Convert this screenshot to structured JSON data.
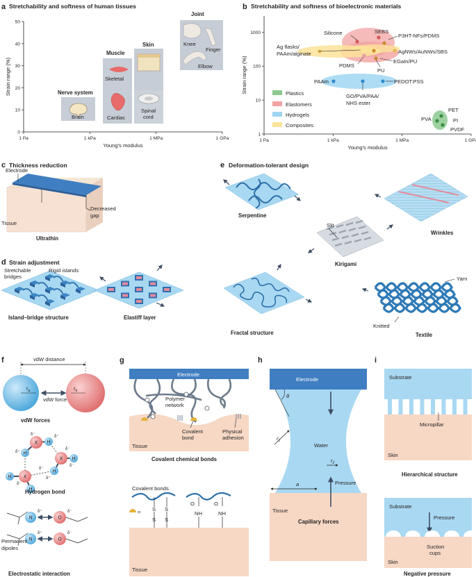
{
  "panels": {
    "a": {
      "letter": "a",
      "title": "Stretchability and softness of human tissues"
    },
    "b": {
      "letter": "b",
      "title": "Stretchability and softness of bioelectronic materials"
    },
    "c": {
      "letter": "c",
      "title": "Thickness reduction"
    },
    "d": {
      "letter": "d",
      "title": "Strain adjustment"
    },
    "e": {
      "letter": "e",
      "title": "Deformation-tolerant design"
    },
    "f": {
      "letter": "f"
    },
    "g": {
      "letter": "g"
    },
    "h": {
      "letter": "h"
    },
    "i": {
      "letter": "i"
    }
  },
  "chart_data": [
    {
      "type": "scatter",
      "panel": "a",
      "title": "Stretchability and softness of human tissues",
      "xlabel": "Young's modulus",
      "ylabel": "Strain range (%)",
      "x_scale": "log",
      "xlim": [
        "1 Pa",
        "1 GPa"
      ],
      "xticks": [
        "1 Pa",
        "1 kPa",
        "1 MPa",
        "1 GPa"
      ],
      "ylim": [
        0,
        50
      ],
      "yticks": [
        "0",
        "10",
        "20",
        "30",
        "40",
        "50"
      ],
      "groups": [
        {
          "name": "Nerve system",
          "items": [
            "Brain"
          ]
        },
        {
          "name": "Muscle",
          "items": [
            "Skeletal",
            "Cardiac"
          ]
        },
        {
          "name": "Skin",
          "items": [
            "Spinal cord"
          ]
        },
        {
          "name": "Joint",
          "items": [
            "Knee",
            "Finger",
            "Elbow"
          ]
        }
      ]
    },
    {
      "type": "scatter",
      "panel": "b",
      "title": "Stretchability and softness of bioelectronic materials",
      "xlabel": "Young's modulus",
      "ylabel": "Strain range (%)",
      "x_scale": "log",
      "y_scale": "log",
      "xlim": [
        "1 Pa",
        "1 GPa"
      ],
      "xticks": [
        "1 Pa",
        "1 kPa",
        "1 MPa",
        "1 GPa"
      ],
      "ylim": [
        1,
        3000
      ],
      "yticks": [
        "1",
        "10",
        "100",
        "1000"
      ],
      "legend_position": "bottom-left",
      "legend": [
        {
          "name": "Plastics",
          "color": "#8dc98f"
        },
        {
          "name": "Elastomers",
          "color": "#f2a3a3"
        },
        {
          "name": "Hydrogels",
          "color": "#9fd6f2"
        },
        {
          "name": "Composites",
          "color": "#fbe39a"
        }
      ],
      "labels": [
        "Silicone",
        "SEBS",
        "P3HT-NFs/PDMS",
        "Ag flasks/ PAAm/alginate",
        "AgNWs/AuNWs/SBS",
        "EGaIn/PU",
        "PDMS",
        "PU",
        "PAAm",
        "PEDOT:PSS",
        "GO/PVA/PAA/ NHS ester",
        "PET",
        "PVA",
        "PI",
        "PVDF"
      ]
    }
  ],
  "c": {
    "electrode": "Electrode",
    "tissue": "Tissue",
    "gap": "Decreased gap",
    "caption": "Ultrathin"
  },
  "d": {
    "stretchable": "Stretchable bridges",
    "rigid": "Rigid islands",
    "cap1": "Island–bridge structure",
    "cap2": "Elastiff layer"
  },
  "e": {
    "serpentine": "Serpentine",
    "wrinkles": "Wrinkles",
    "slit": "Slit",
    "kirigami": "Kirigami",
    "fractal": "Fractal structure",
    "yarn": "Yarn",
    "knitted": "Knitted",
    "textile": "Textile"
  },
  "f": {
    "vdw_distance": "vdW distance",
    "ra": "r",
    "ra_sub": "a",
    "rb": "r",
    "rb_sub": "b",
    "vdw_force": "vdW force",
    "vdw_caption": "vdW forces",
    "x": "X",
    "h": "H",
    "dplus": "δ⁺",
    "dminus": "δ⁻",
    "hbond_caption": "Hydrogen bond",
    "n": "N",
    "o": "O",
    "permanent": "Permanent dipoles",
    "electro_caption": "Electrostatic interaction"
  },
  "g": {
    "electrode": "Electrode",
    "polymer": "Polymer network",
    "covalent": "Covalent bond",
    "physical": "Physical adhesion",
    "tissue": "Tissue",
    "caption": "Covalent chemical bonds",
    "covalent_bonds": "Covalent bonds",
    "s": "S",
    "nh": "NH",
    "o": "O"
  },
  "h": {
    "electrode": "Electrode",
    "theta": "θ",
    "r1": "r",
    "r1_sub": "1",
    "water": "Water",
    "r2": "r",
    "r2_sub": "2",
    "a": "a",
    "pressure": "Pressure",
    "tissue": "Tissue",
    "caption": "Capillary forces"
  },
  "i": {
    "substrate": "Substrate",
    "micropillar": "Micropillar",
    "skin": "Skin",
    "cap1": "Hierarchical structure",
    "substrate2": "Substrate",
    "pressure": "Pressure",
    "suction": "Suction cups",
    "skin2": "Skin",
    "cap2": "Negative pressure"
  }
}
